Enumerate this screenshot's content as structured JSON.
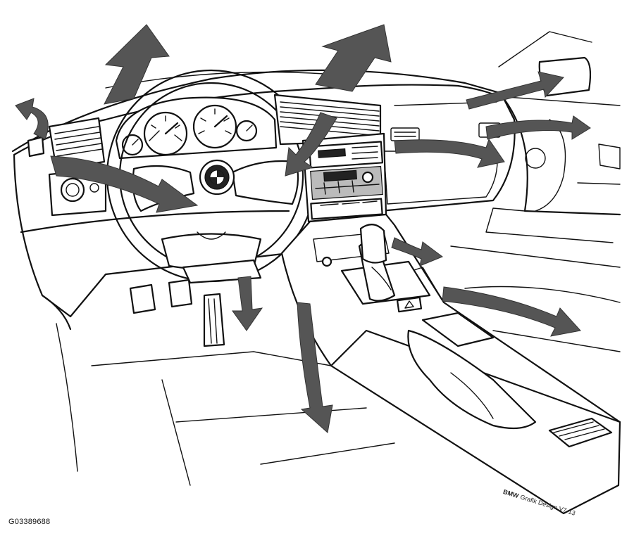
{
  "figure_id": "G03389688",
  "stamp": {
    "brand": "BMW",
    "text": "Grafik Design V7-13"
  },
  "colors": {
    "line": "#111111",
    "arrow": "#555555",
    "background": "#ffffff"
  }
}
